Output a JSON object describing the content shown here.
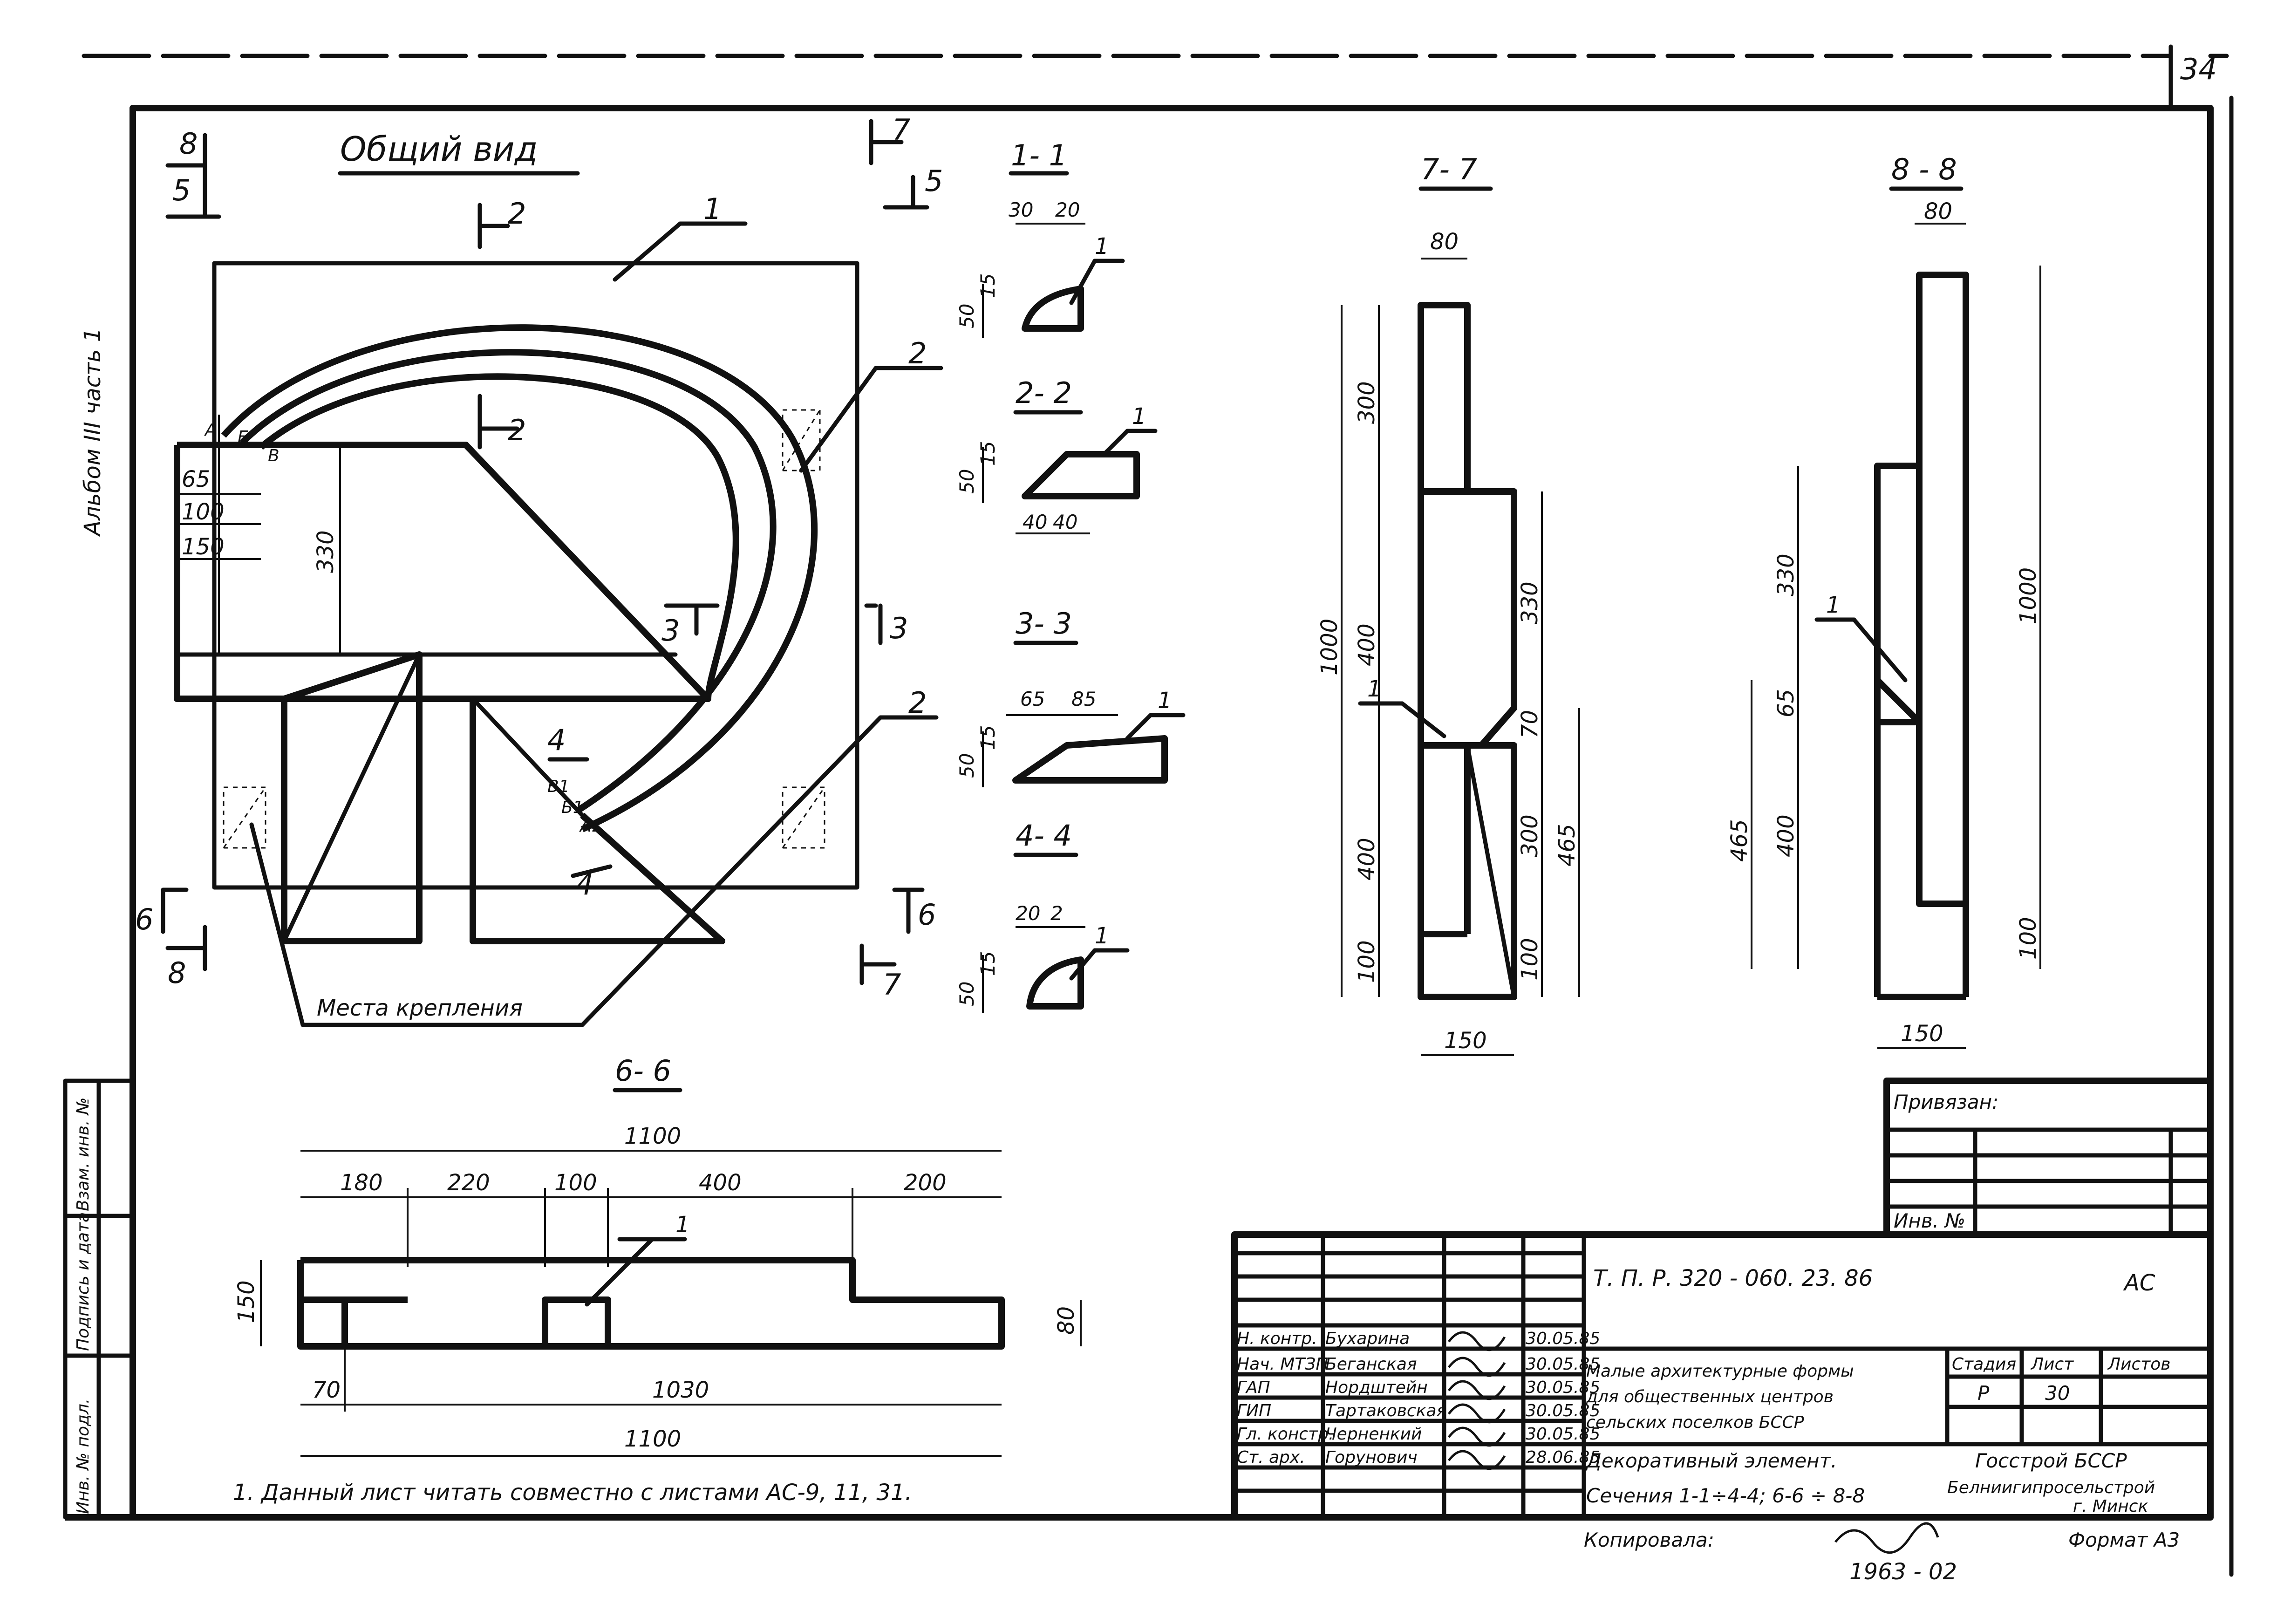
{
  "sheet_number": "34",
  "side_label": "Альбом III часть 1",
  "general_view": {
    "title": "Общий вид",
    "cut_marks": [
      "8",
      "5",
      "2",
      "7",
      "5",
      "3",
      "3",
      "4",
      "4",
      "6",
      "8",
      "6",
      "7",
      "2"
    ],
    "point_labels": [
      "А",
      "Б",
      "В",
      "В1",
      "Б1",
      "А1"
    ],
    "dims": [
      "65",
      "100",
      "150",
      "330"
    ],
    "leaders": [
      "1",
      "2",
      "2"
    ],
    "note": "Места крепления"
  },
  "section_1_1": {
    "title": "1- 1",
    "dims": [
      "30",
      "20",
      "50",
      "15"
    ],
    "leader": "1"
  },
  "section_2_2": {
    "title": "2- 2",
    "dims": [
      "50",
      "15",
      "40",
      "40"
    ],
    "leader": "1"
  },
  "section_3_3": {
    "title": "3- 3",
    "dims": [
      "65",
      "85",
      "50",
      "15"
    ],
    "leader": "1"
  },
  "section_4_4": {
    "title": "4- 4",
    "dims": [
      "20",
      "2",
      "50",
      "15"
    ],
    "leader": "1"
  },
  "section_7_7": {
    "title": "7- 7",
    "dims": [
      "80",
      "300",
      "400",
      "400",
      "100",
      "1000",
      "330",
      "70",
      "300",
      "100",
      "465",
      "150"
    ],
    "leader": "1"
  },
  "section_8_8": {
    "title": "8 - 8",
    "dims": [
      "80",
      "330",
      "65",
      "400",
      "465",
      "1000",
      "100",
      "150"
    ],
    "leader": "1"
  },
  "section_6_6": {
    "title": "6- 6",
    "top_total": "1100",
    "top_dims": [
      "180",
      "220",
      "100",
      "400",
      "200"
    ],
    "height": "150",
    "right_dim": "80",
    "bottom_dims": [
      "70",
      "1030"
    ],
    "bottom_total": "1100",
    "leader": "1"
  },
  "footnote": "1. Данный лист читать совместно с листами АС-9, 11, 31.",
  "left_strip": [
    "Инв. № подл.",
    "Подпись и дата",
    "Взам. инв. №"
  ],
  "privyazan": {
    "label": "Привязан:",
    "inv_label": "Инв. №"
  },
  "title_block": {
    "doc_code": "Т. П. Р. 320 - 060. 23. 86",
    "stage_code": "АС",
    "signatures": [
      {
        "role": "Н. контр.",
        "name": "Бухарина",
        "date": "30.05.85"
      },
      {
        "role": "Нач. МТЗП",
        "name": "Беганская",
        "date": "30.05.85"
      },
      {
        "role": "ГАП",
        "name": "Нордштейн",
        "date": "30.05.85"
      },
      {
        "role": "ГИП",
        "name": "Тартаковская",
        "date": "30.05.85"
      },
      {
        "role": "Гл. констр.",
        "name": "Черненкий",
        "date": "30.05.85"
      },
      {
        "role": "Ст. арх.",
        "name": "Горунович",
        "date": "28.06.85"
      }
    ],
    "project_title_1": "Малые архитектурные формы",
    "project_title_2": "для общественных центров",
    "project_title_3": "сельских поселков БССР",
    "sheet_title_1": "Декоративный элемент.",
    "sheet_title_2": "Сечения 1-1÷4-4; 6-6 ÷ 8-8",
    "col_stage": "Стадия",
    "col_sheet": "Лист",
    "col_sheets": "Листов",
    "stage_value": "Р",
    "sheet_value": "30",
    "org_1": "Госстрой БССР",
    "org_2": "Белниигипросельстрой",
    "org_3": "г. Минск"
  },
  "bottom": {
    "copied_label": "Копировала:",
    "format": "Формат А3",
    "stamp": "1963 - 02"
  }
}
